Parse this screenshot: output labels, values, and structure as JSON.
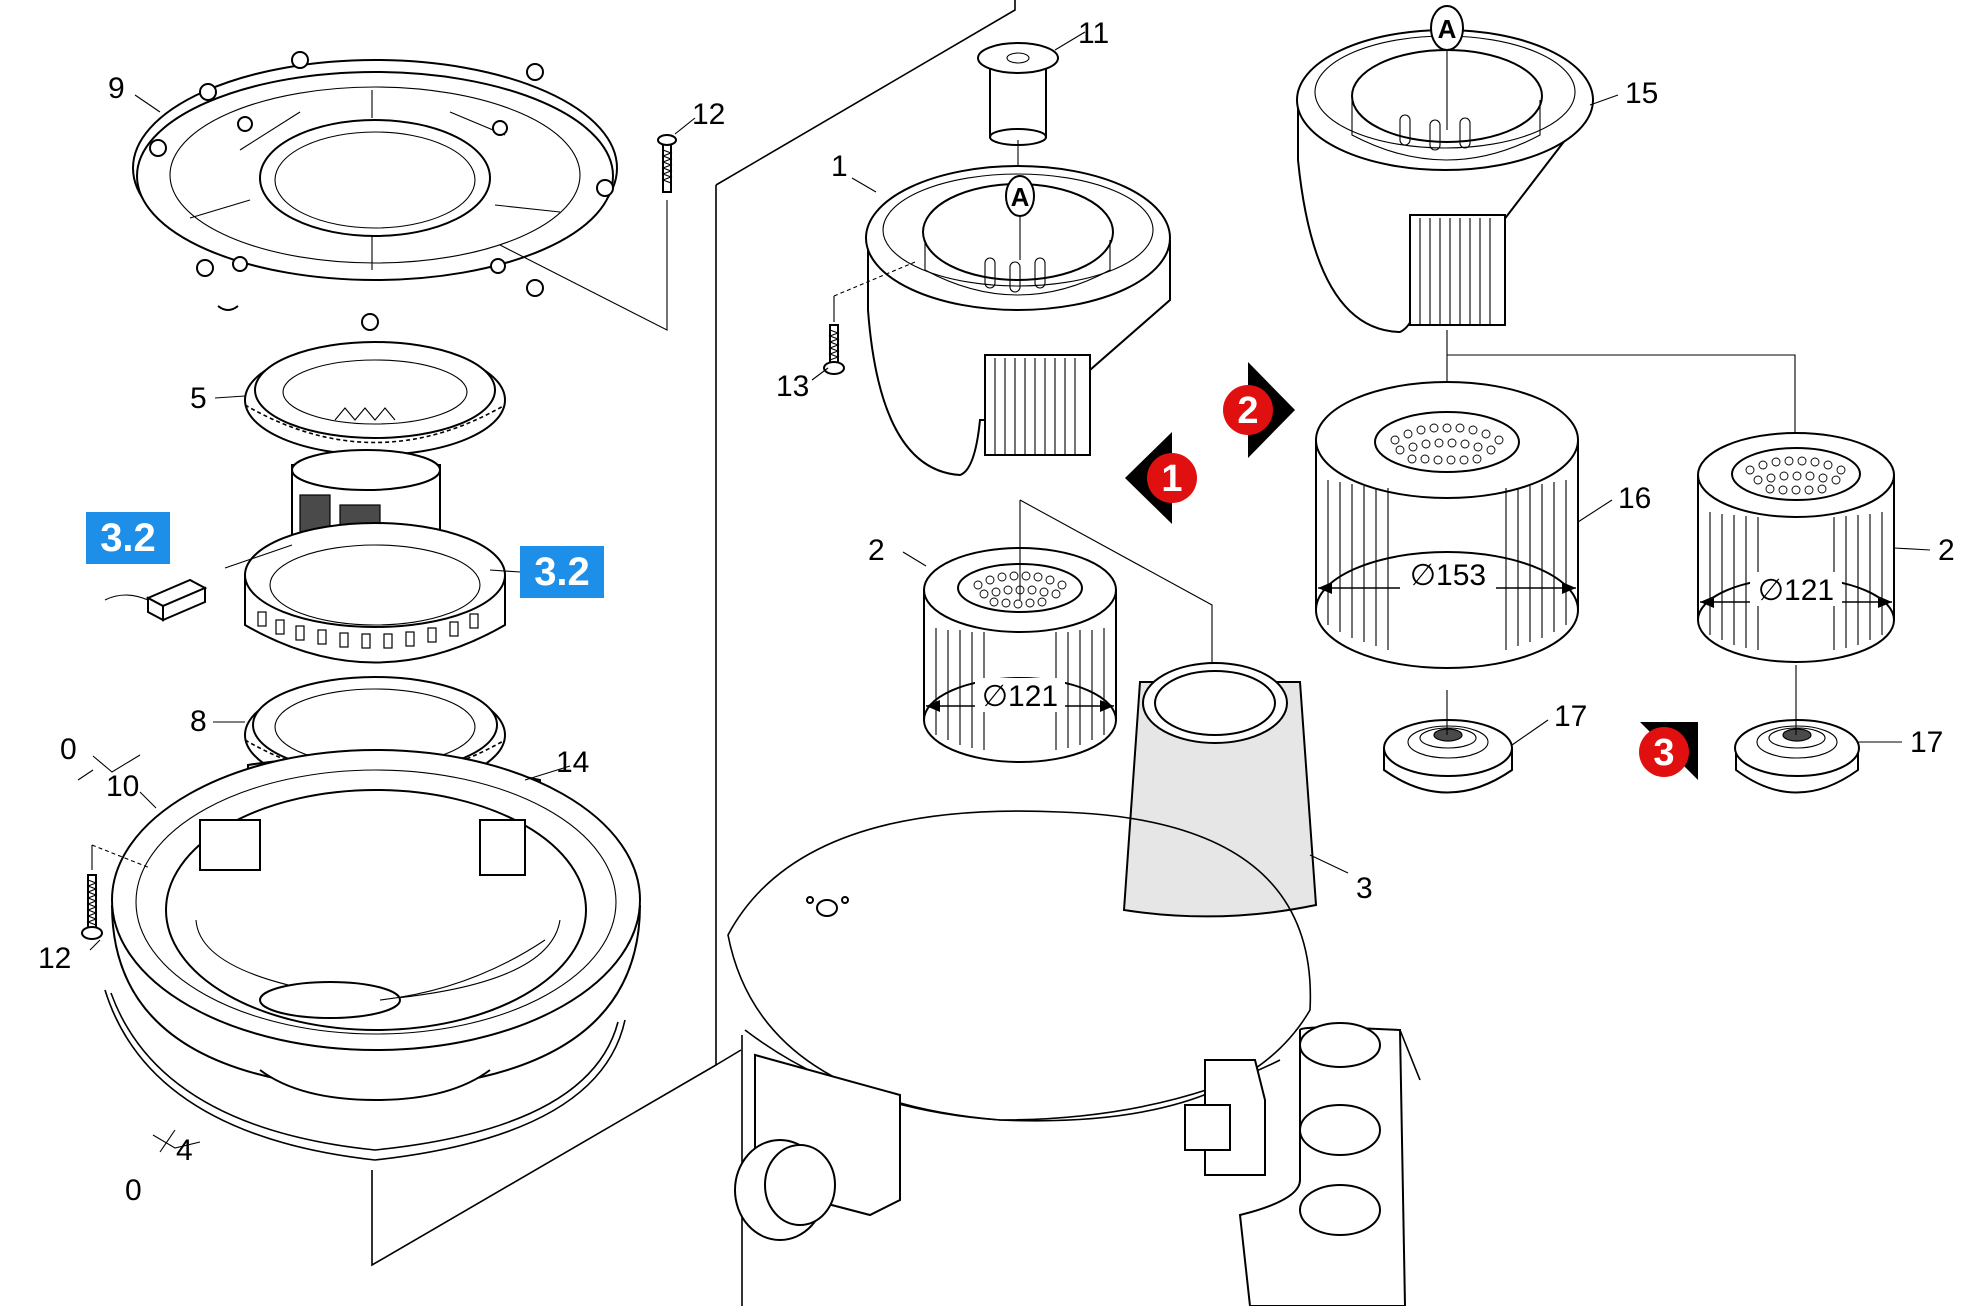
{
  "reference_labels": [
    "3.2",
    "3.2"
  ],
  "step_markers": [
    "1",
    "2",
    "3"
  ],
  "part_numbers": {
    "ring_flange": "9",
    "screw_top": "12",
    "seal_ring_5": "5",
    "seal_ring_8": "8",
    "housing": "10",
    "zero_top": "0",
    "screw_left": "12",
    "gasket": "14",
    "bottom_ring": "4",
    "zero_bottom": "0",
    "float_cap": "11",
    "filter_basket": "1",
    "screw_basket": "13",
    "cartridge_small_left": "2",
    "cone_filter": "3",
    "filter_basket_large": "15",
    "cartridge_large": "16",
    "cartridge_small_right": "2",
    "cap_left": "17",
    "cap_right": "17"
  },
  "dimensions": {
    "left_cartridge": "∅121",
    "large_cartridge": "∅153",
    "right_cartridge": "∅121"
  },
  "colors": {
    "reference_box": "#1e8fe8",
    "step_marker": "#e01010",
    "shaded_part": "#e6e6e6"
  }
}
